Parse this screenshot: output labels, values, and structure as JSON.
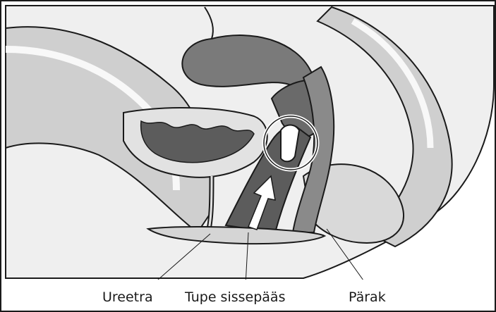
{
  "figure": {
    "labels": {
      "urethra": "Ureetra",
      "vaginal_opening": "Tupe sissepääs",
      "anus": "Pärak"
    },
    "colors": {
      "outline": "#1a1a1a",
      "light_tissue": "#e2e2e2",
      "mid_tissue": "#a8a8a8",
      "dark_tissue": "#5c5c5c",
      "highlight": "#ffffff"
    }
  }
}
